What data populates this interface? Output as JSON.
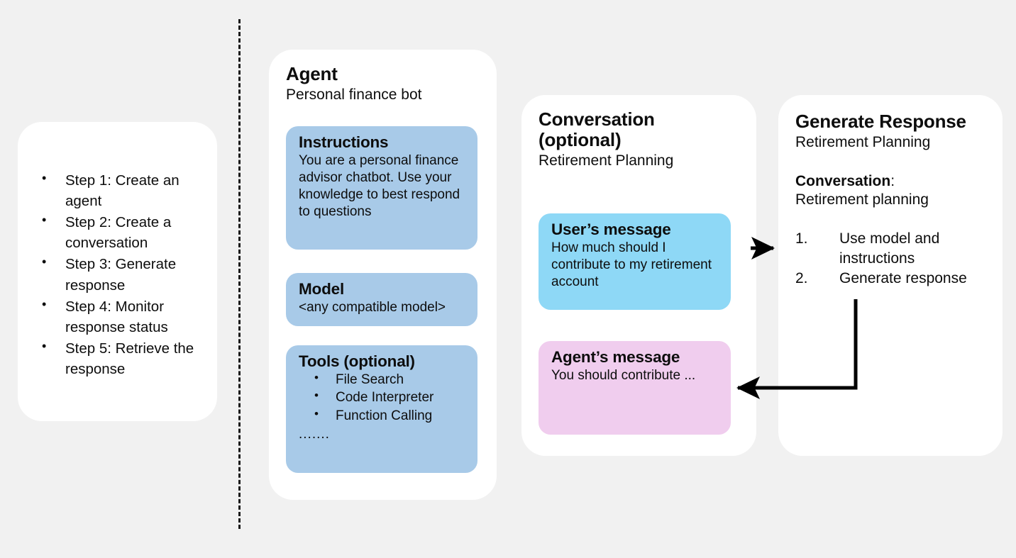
{
  "colors": {
    "background": "#f1f1f1",
    "card": "#ffffff",
    "block_blue": "#a8cae8",
    "block_cyan": "#8ed8f6",
    "block_pink": "#f0cdee",
    "ink": "#0d0d0d"
  },
  "steps_card": {
    "items": [
      "Step 1: Create an agent",
      "Step 2: Create a conversation",
      "Step 3: Generate response",
      "Step 4: Monitor response status",
      "Step 5: Retrieve the response"
    ]
  },
  "agent_card": {
    "title": "Agent",
    "subtitle": "Personal finance bot",
    "instructions": {
      "title": "Instructions",
      "body": "You are a personal finance advisor chatbot. Use your knowledge to best respond to questions"
    },
    "model": {
      "title": "Model",
      "body": "<any compatible model>"
    },
    "tools": {
      "title": "Tools (optional)",
      "items": [
        "File Search",
        "Code Interpreter",
        "Function Calling"
      ],
      "more": "......."
    }
  },
  "conversation_card": {
    "title": "Conversation (optional)",
    "subtitle": "Retirement Planning",
    "user_message": {
      "title": "User’s message",
      "body": "How much should I contribute to my retirement account"
    },
    "agent_message": {
      "title": "Agent’s message",
      "body": "You should contribute ..."
    }
  },
  "generate_card": {
    "title": "Generate Response",
    "subtitle": "Retirement Planning",
    "conversation_label": "Conversation",
    "conversation_colon": ":",
    "conversation_value": "Retirement planning",
    "steps": [
      {
        "num": "1.",
        "text": "Use model and instructions"
      },
      {
        "num": "2.",
        "text": "Generate response"
      }
    ]
  }
}
